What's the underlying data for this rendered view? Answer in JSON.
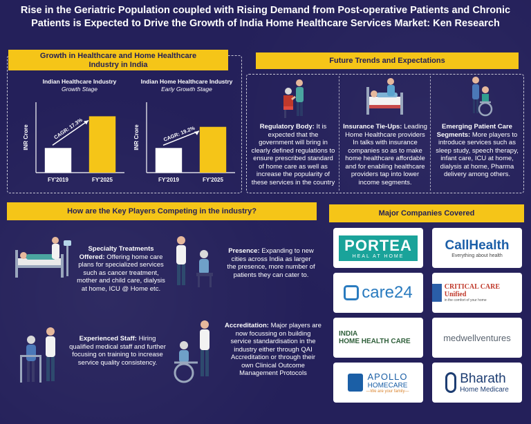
{
  "title": {
    "line1": "Rise in the Geriatric Population coupled with Rising Demand from  Post-operative Patients and Chronic",
    "line2": "Patients is Expected to Drive the Growth of India Home Healthcare Services Market: Ken Research"
  },
  "growth_section": {
    "heading_line1": "Growth in Healthcare and Home Healthcare",
    "heading_line2": "Industry in India"
  },
  "chart_data": [
    {
      "type": "bar",
      "title": "Indian Healthcare Industry",
      "subtitle": "Growth Stage",
      "ylabel": "INR Crore",
      "categories": [
        "FY'2019",
        "FY'2025"
      ],
      "values": [
        35,
        80
      ],
      "annotation": "CAGR: 17.3%",
      "color": "#f5c518",
      "first_bar_color": "#ffffff"
    },
    {
      "type": "bar",
      "title": "Indian Home Healthcare Industry",
      "subtitle": "Early Growth Stage",
      "ylabel": "INR Crore",
      "categories": [
        "FY'2019",
        "FY'2025"
      ],
      "values": [
        35,
        65
      ],
      "annotation": "CAGR: 19.2%",
      "color": "#f5c518",
      "first_bar_color": "#ffffff"
    }
  ],
  "trends": {
    "heading": "Future Trends and Expectations",
    "items": [
      {
        "label": "Regulatory Body:",
        "text": "It is expected that the government will bring in clearly defined regulations to ensure prescribed standard of home care as well as increase the popularity of these services in the country"
      },
      {
        "label": "Insurance Tie-Ups:",
        "text": "Leading Home Healthcare providers In talks with insurance companies so as to make home healthcare affordable and for enabling healthcare providers tap into lower income segments."
      },
      {
        "label": "Emerging Patient Care Segments:",
        "text": "More players to introduce services such as sleep study, speech therapy, infant care, ICU at home, dialysis at home, Pharma delivery among others."
      }
    ]
  },
  "competition": {
    "heading": "How are the Key Players Competing in the industry?",
    "items": [
      {
        "label": "Specialty Treatments Offered:",
        "text": "Offering home care plans for specialized services such as cancer treatment, mother and child care, dialysis at home, ICU @ Home etc."
      },
      {
        "label": "Presence:",
        "text": "Expanding to new cities across India as larger the presence, more number of patients they can cater to."
      },
      {
        "label": "Experienced Staff:",
        "text": "Hiring qualified medical staff and further focusing on training to increase service quality consistency."
      },
      {
        "label": "Accreditation:",
        "text": "Major players are now focussing on building service standardisation in the industry either through QAI Accreditation or through their own Clinical Outcome Management Protocols"
      }
    ]
  },
  "companies": {
    "heading": "Major Companies Covered",
    "portea": {
      "name": "PORTEA",
      "tagline": "HEAL AT HOME"
    },
    "callhealth": {
      "name": "CallHealth",
      "tagline": "Everything about health"
    },
    "care24": {
      "name": "care24"
    },
    "criticalcare": {
      "name": "CRITICAL CARE Unified",
      "tagline": "in the comfort of your home"
    },
    "indiahhc": {
      "name_top": "INDIA",
      "name_bottom": "HOME HEALTH CARE"
    },
    "medwell": {
      "name": "medwellventures"
    },
    "apollo": {
      "name": "APOLLO",
      "name2": "HOMECARE",
      "tagline": "—We are your family—"
    },
    "bharath": {
      "name": "Bharath",
      "tagline": "Home Medicare"
    }
  },
  "colors": {
    "background": "#24205a",
    "accent_yellow": "#f5c518",
    "portea_teal": "#1aa39a",
    "callhealth_blue": "#1c5fa8",
    "care24_blue": "#2a7bbf",
    "medwell_gray": "#5a6470",
    "apollo_blue": "#1b5fa6",
    "bharath_navy": "#1d3d72"
  }
}
